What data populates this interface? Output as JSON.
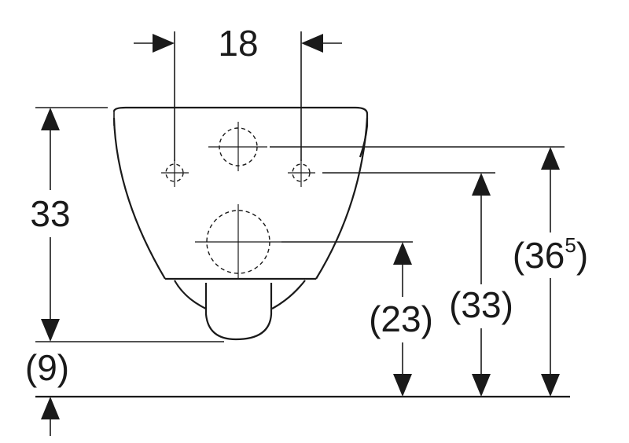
{
  "dimensions": {
    "width_top": "18",
    "height_left": "33",
    "offset_left": "(9)",
    "height_drain": "(23)",
    "height_mid": "(33)",
    "height_top_base": "(36",
    "height_top_sup": "5",
    "height_top_close": ")"
  }
}
